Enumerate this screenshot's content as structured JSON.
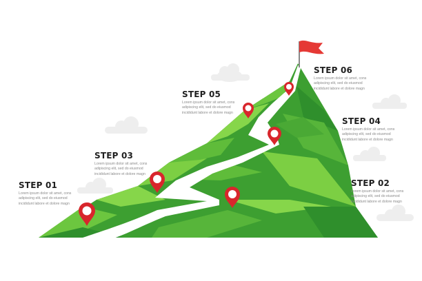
{
  "colors": {
    "background": "#ffffff",
    "mountain_dark": "#2f8f2c",
    "mountain_mid": "#4fb43a",
    "mountain_light": "#7ccf43",
    "path": "#ffffff",
    "pin": "#d8262c",
    "flag": "#e53935",
    "cloud": "#eeeeee",
    "title_text": "#1f1f1f",
    "body_text": "#8a8a8a"
  },
  "steps": [
    {
      "title": "STEP 01",
      "lines": [
        "Lorem ipsum dolor sit amet, cons",
        "adipiscing elit, sed do eiusmod",
        "incididunt labore et dolore magn"
      ]
    },
    {
      "title": "STEP 02",
      "lines": [
        "Lorem ipsum dolor sit amet, cons",
        "adipiscing elit, sed do eiusmod",
        "incididunt labore et dolore magn"
      ]
    },
    {
      "title": "STEP 03",
      "lines": [
        "Lorem ipsum dolor sit amet, cons",
        "adipiscing elit, sed do eiusmod",
        "incididunt labore et dolore magn"
      ]
    },
    {
      "title": "STEP 04",
      "lines": [
        "Lorem ipsum dolor sit amet, cons",
        "adipiscing elit, sed do eiusmod",
        "incididunt labore et dolore magn"
      ]
    },
    {
      "title": "STEP 05",
      "lines": [
        "Lorem ipsum dolor sit amet, cons",
        "adipiscing elit, sed do eiusmod",
        "incididunt labore et dolore magn"
      ]
    },
    {
      "title": "STEP 06",
      "lines": [
        "Lorem ipsum dolor sit amet, cons",
        "adipiscing elit, sed do eiusmod",
        "incididunt labore et dolore magn"
      ]
    }
  ],
  "icons": {
    "pin": "map-pin-icon",
    "flag": "summit-flag-icon",
    "cloud": "cloud-icon"
  }
}
